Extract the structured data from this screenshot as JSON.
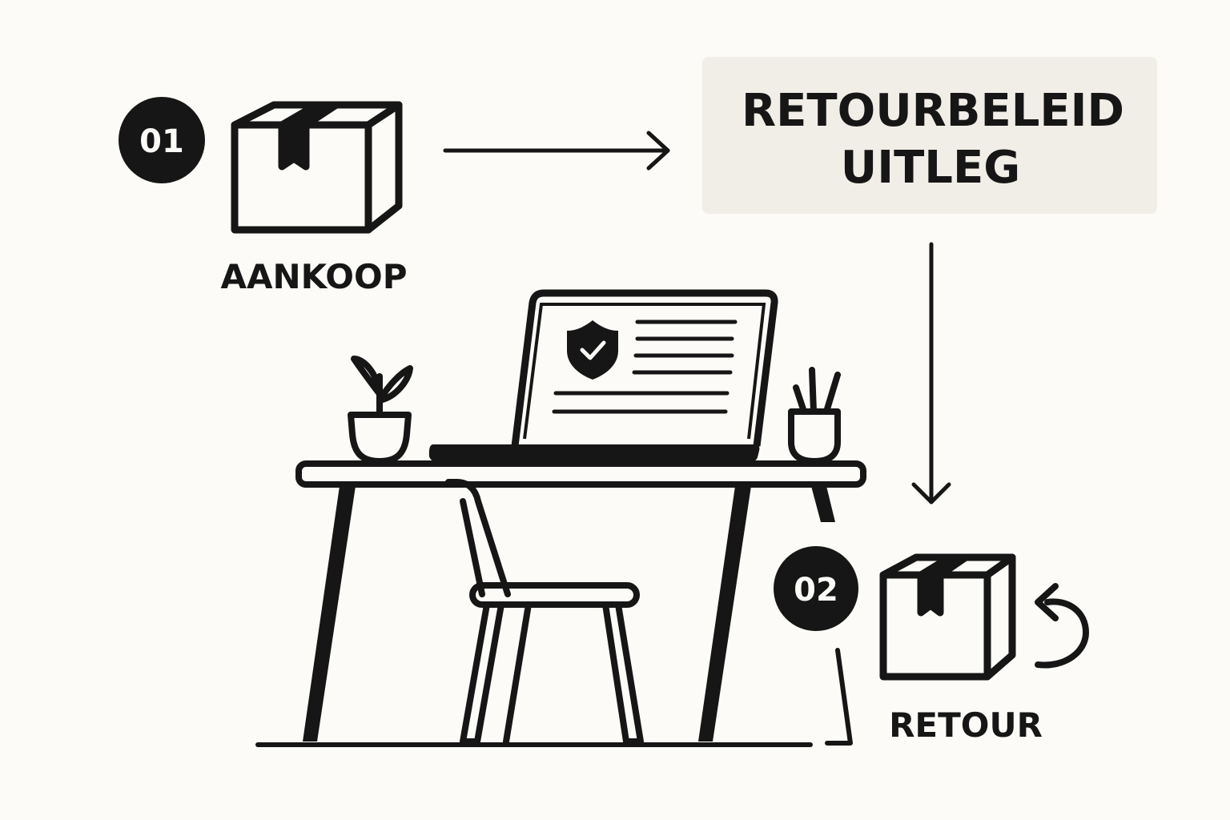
{
  "colors": {
    "background": "#fcfbf7",
    "ink": "#161616",
    "panel": "#f1ede7"
  },
  "steps": [
    {
      "number": "01",
      "label": "AANKOOP",
      "icon": "package-box-icon"
    },
    {
      "number": "02",
      "label": "RETOUR",
      "icon": "package-box-icon",
      "extra_icon": "return-arrow-icon"
    }
  ],
  "policy_panel": {
    "line1": "RETOURBELEID",
    "line2": "UITLEG"
  },
  "laptop_screen": {
    "icon": "shield-check-icon"
  },
  "scene_icons": [
    "desk-icon",
    "chair-icon",
    "laptop-icon",
    "plant-pot-icon",
    "pencil-cup-icon"
  ]
}
